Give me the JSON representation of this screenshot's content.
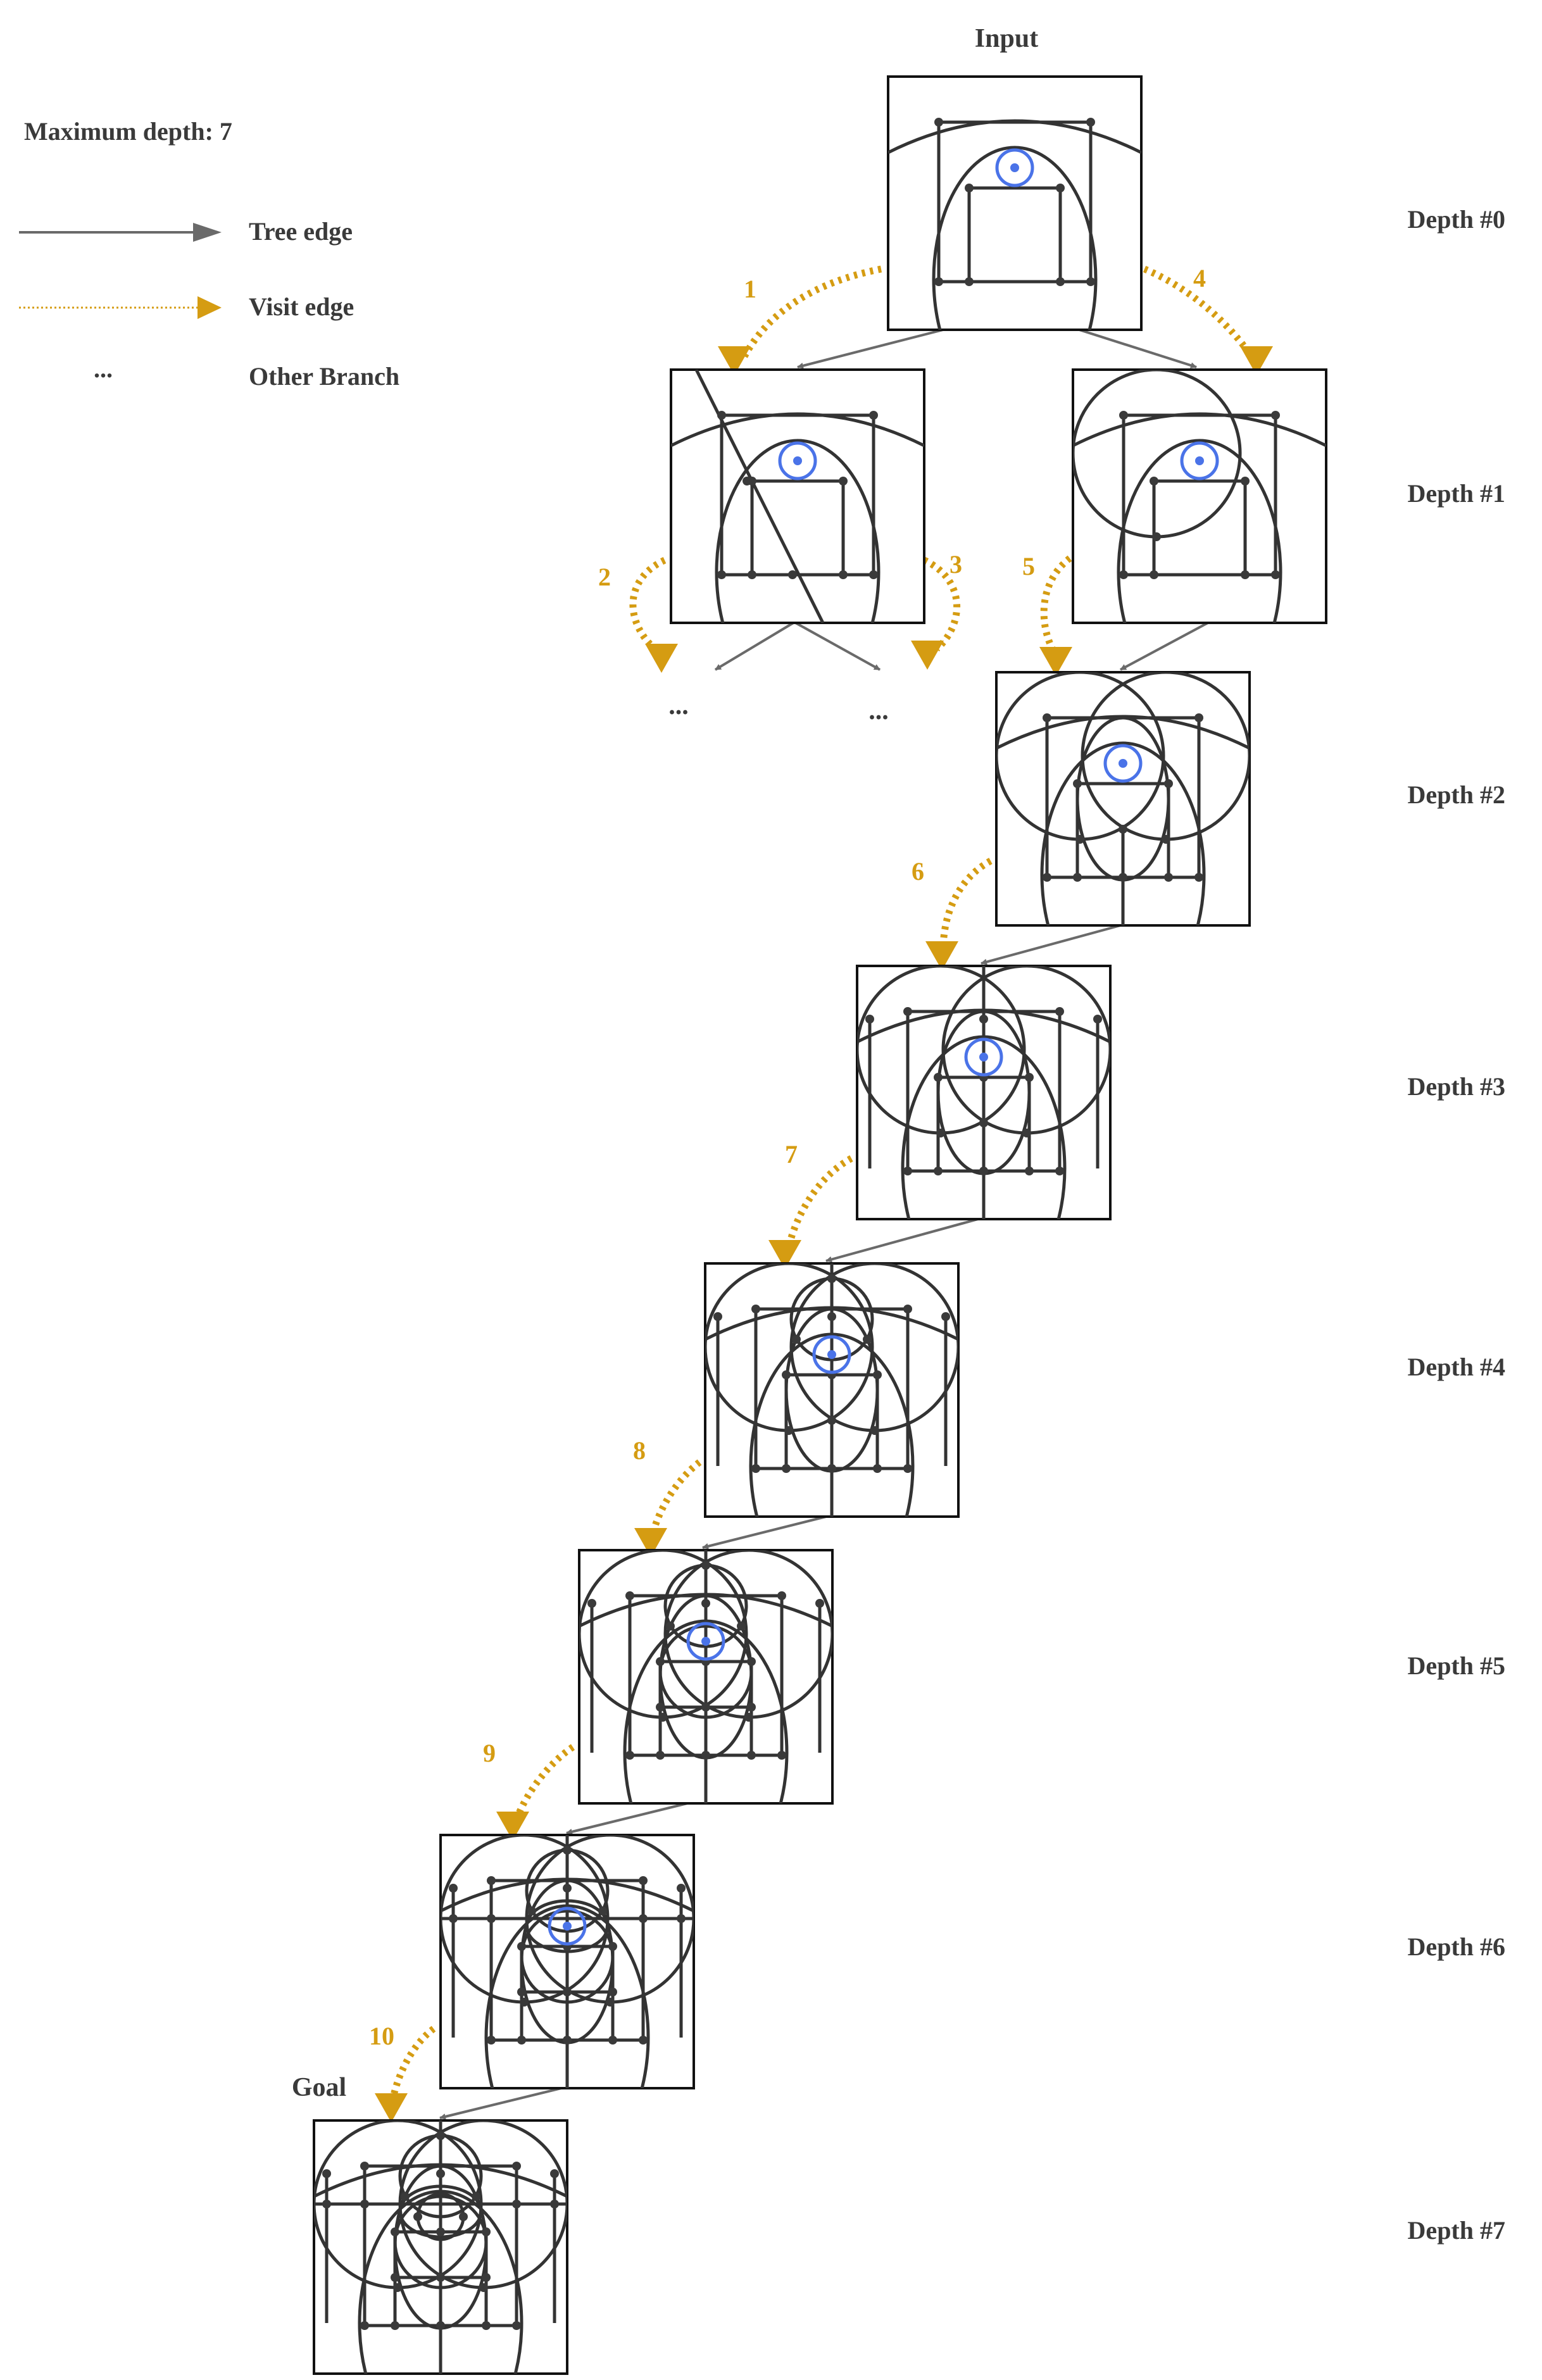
{
  "legend": {
    "max_depth": "Maximum depth: 7",
    "tree_edge": "Tree edge",
    "visit_edge": "Visit edge",
    "ellipsis": "...",
    "other_branch": "Other Branch"
  },
  "labels": {
    "input": "Input",
    "goal": "Goal",
    "depths": [
      "Depth #0",
      "Depth #1",
      "Depth #2",
      "Depth #3",
      "Depth #4",
      "Depth #5",
      "Depth #6",
      "Depth #7"
    ],
    "ellipsis_left": "...",
    "ellipsis_right": "..."
  },
  "visit_numbers": [
    "1",
    "2",
    "3",
    "4",
    "5",
    "6",
    "7",
    "8",
    "9",
    "10"
  ],
  "colors": {
    "visit_edge": "#d59c12",
    "tree_edge": "#6a6a6a",
    "focus": "#4a73e8",
    "geometry": "#333333"
  },
  "nodes": [
    {
      "id": "n0",
      "depth": 0,
      "role": "input",
      "focus": true
    },
    {
      "id": "n1a",
      "depth": 1,
      "focus": true
    },
    {
      "id": "n1b",
      "depth": 1,
      "focus": true
    },
    {
      "id": "n2",
      "depth": 2,
      "focus": true
    },
    {
      "id": "n3",
      "depth": 3,
      "focus": true
    },
    {
      "id": "n4",
      "depth": 4,
      "focus": true
    },
    {
      "id": "n5",
      "depth": 5,
      "focus": true
    },
    {
      "id": "n6",
      "depth": 6,
      "focus": true
    },
    {
      "id": "n7",
      "depth": 7,
      "role": "goal",
      "focus": false
    }
  ]
}
